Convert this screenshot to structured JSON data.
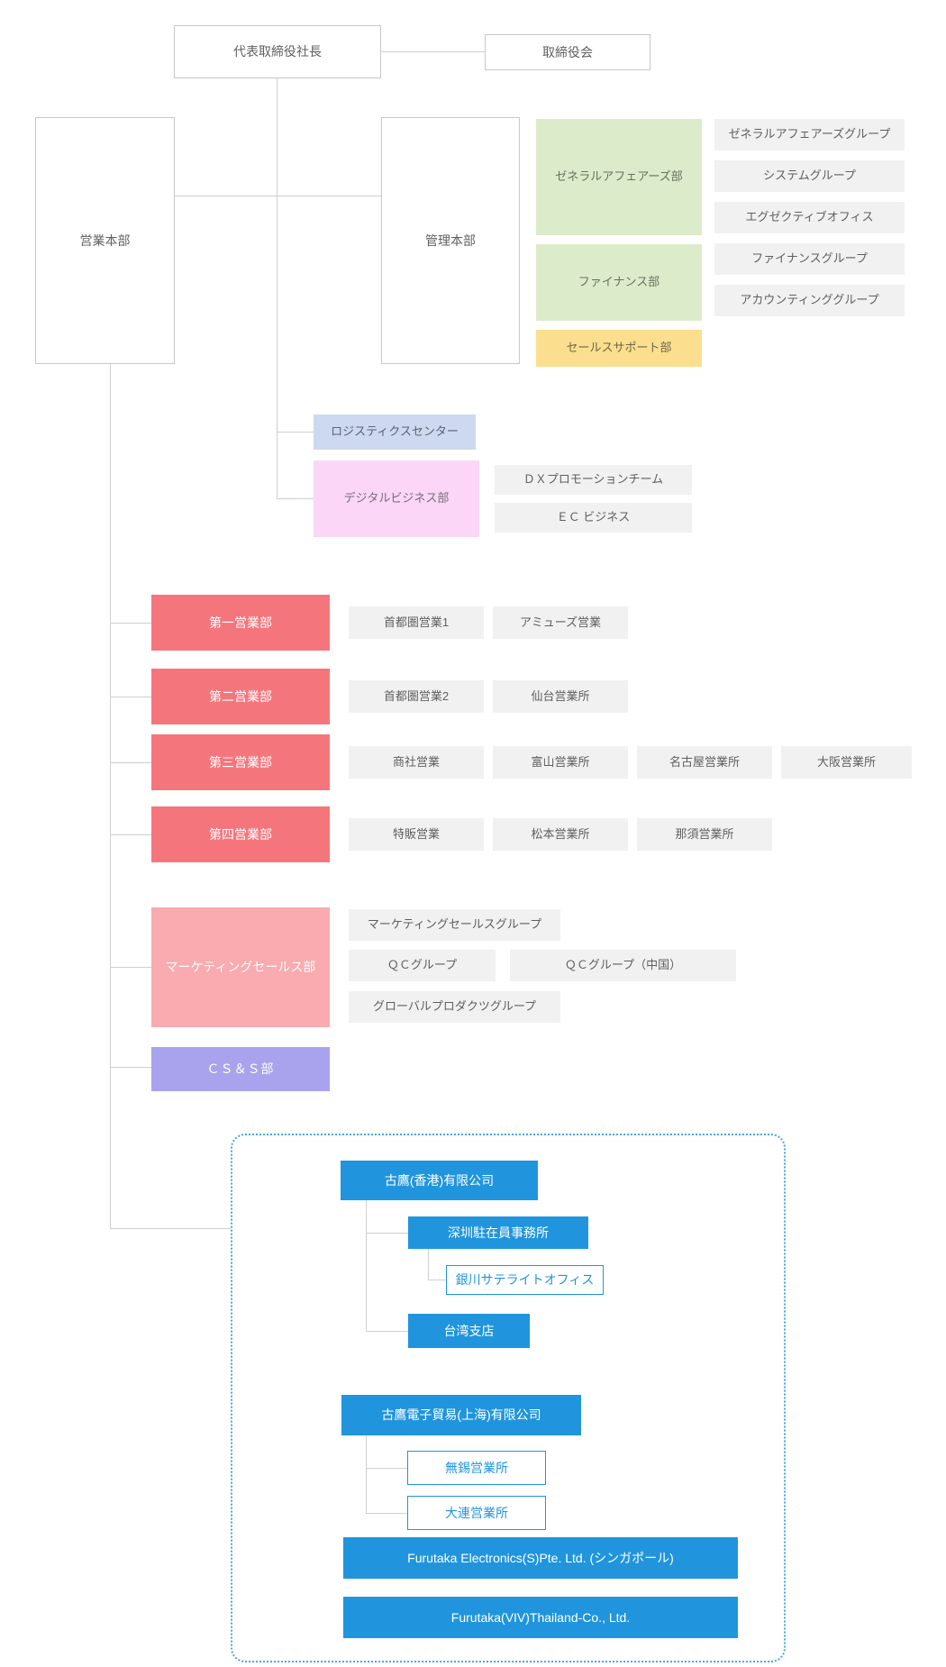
{
  "top": {
    "president": "代表取締役社長",
    "board": "取締役会"
  },
  "headquarters": {
    "sales_hq": "営業本部",
    "admin_hq": "管理本部"
  },
  "admin_branch": {
    "dept_general_affairs": "ゼネラルアフェアーズ部",
    "dept_finance": "ファイナンス部",
    "dept_sales_support": "セールスサポート部",
    "groups": [
      "ゼネラルアフェアーズグループ",
      "システムグループ",
      "エグゼクティブオフィス",
      "ファイナンスグループ",
      "アカウンティンググループ"
    ]
  },
  "logistics_center": "ロジスティクスセンター",
  "digital_business": {
    "label": "デジタルビジネス部",
    "teams": [
      "ＤＸプロモーションチーム",
      "ＥＣ ビジネス"
    ]
  },
  "sales_branch": {
    "dept1": "第一営業部",
    "dept2": "第二営業部",
    "dept3": "第三営業部",
    "dept4": "第四営業部",
    "dept_marketing": "マーケティングセールス部",
    "dept_css": "ＣＳ＆Ｓ部",
    "row1": [
      "首都圏営業1",
      "アミューズ営業"
    ],
    "row2": [
      "首都圏営業2",
      "仙台営業所"
    ],
    "row3": [
      "商社営業",
      "富山営業所",
      "名古屋営業所",
      "大阪営業所"
    ],
    "row4": [
      "特販営業",
      "松本営業所",
      "那須営業所"
    ],
    "marketing_groups": [
      "マーケティングセールスグループ",
      "ＱＣグループ",
      "ＱＣグループ（中国）",
      "グローバルプロダクツグループ"
    ]
  },
  "overseas": {
    "hongkong": "古鷹(香港)有限公司",
    "shenzhen": "深圳駐在員事務所",
    "yinchuan": "銀川サテライトオフィス",
    "taiwan": "台湾支店",
    "shanghai": "古鷹電子貿易(上海)有限公司",
    "wuxi": "無錫営業所",
    "dalian": "大連営業所",
    "singapore": "Furutaka Electronics(S)Pte. Ltd. (シンガポール)",
    "thailand": "Furutaka(VIV)Thailand-Co., Ltd."
  },
  "colors": {
    "accent_blue": "#2095dd",
    "box_red": "#f4767c",
    "box_lightred": "#f9abb0",
    "box_purple": "#a9a3ee",
    "box_green": "#dcecca",
    "box_yellow": "#fbdf8e",
    "box_bluegrey": "#ccd9f0",
    "box_pink": "#fbd6f7",
    "box_grey": "#f1f1f1",
    "line_grey": "#cfcfcf"
  }
}
